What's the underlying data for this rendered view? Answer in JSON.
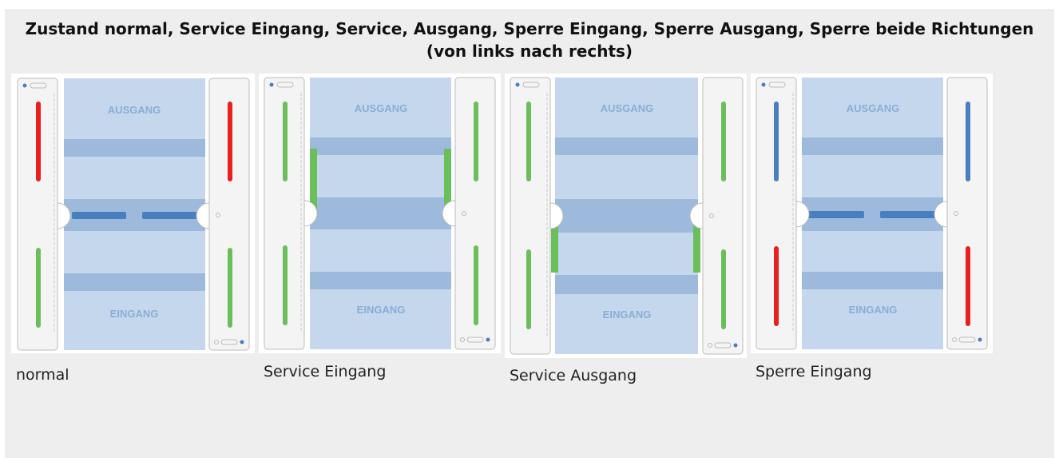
{
  "caption": {
    "title": "Zustand normal, Service Eingang, Service, Ausgang, Sperre Eingang, Sperre Ausgang, Sperre beide Richtungen (von links nach rechts)"
  },
  "gallery": {
    "items": [
      {
        "label": "normal",
        "top_text": "AUSGANG",
        "bottom_text": "EINGANG",
        "top_light": "red",
        "bottom_light": "green",
        "state": "normal"
      },
      {
        "label": "Service Eingang",
        "top_text": "AUSGANG",
        "bottom_text": "EINGANG",
        "top_light": "green",
        "bottom_light": "green",
        "state": "service-eingang"
      },
      {
        "label": "Service Ausgang",
        "top_text": "AUSGANG",
        "bottom_text": "EINGANG",
        "top_light": "green",
        "bottom_light": "green",
        "state": "service-ausgang"
      },
      {
        "label": "Sperre Eingang",
        "top_text": "AUSGANG",
        "bottom_text": "EINGANG",
        "top_light": "blue",
        "bottom_light": "red",
        "state": "sperre-eingang"
      }
    ]
  },
  "colors": {
    "red": "#e82020",
    "green": "#6abf5a",
    "blue": "#4a7fbf",
    "lane": "#c5d7ec",
    "band": "#9dbadc",
    "bar": "#4a7fbf",
    "text": "#8aaed6"
  }
}
